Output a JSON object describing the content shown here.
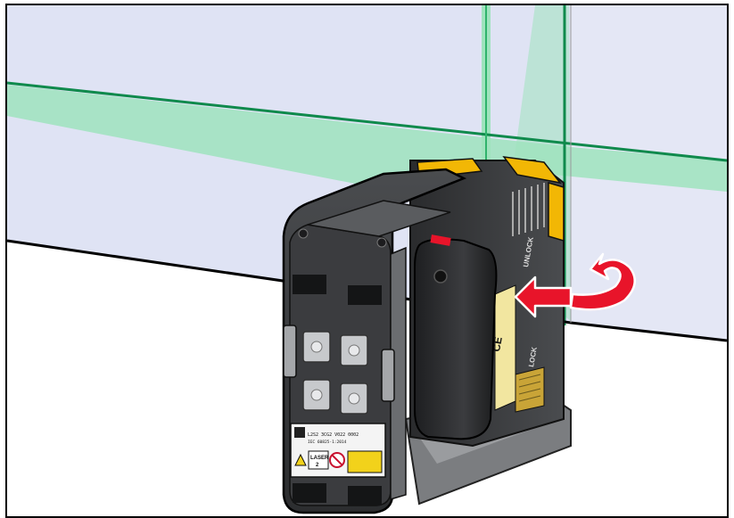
{
  "device": {
    "unlock_label": "UNLOCK",
    "lock_label": "LOCK",
    "laser_class_label": "LASER",
    "laser_class_number": "2",
    "model_line": "L2S2 3CG2 V022 0002",
    "spec_text": "IEC 60825-1:2014",
    "ce_mark": "CE"
  },
  "colors": {
    "wall": "#dfe3f4",
    "floor": "#ffffff",
    "laser_line": "#0f8a4c",
    "laser_fan": "#9fe3bd",
    "body_dark": "#3a3b3d",
    "body_mid": "#55575a",
    "accent_yellow": "#f2b705",
    "arrow_red": "#e8142a"
  }
}
